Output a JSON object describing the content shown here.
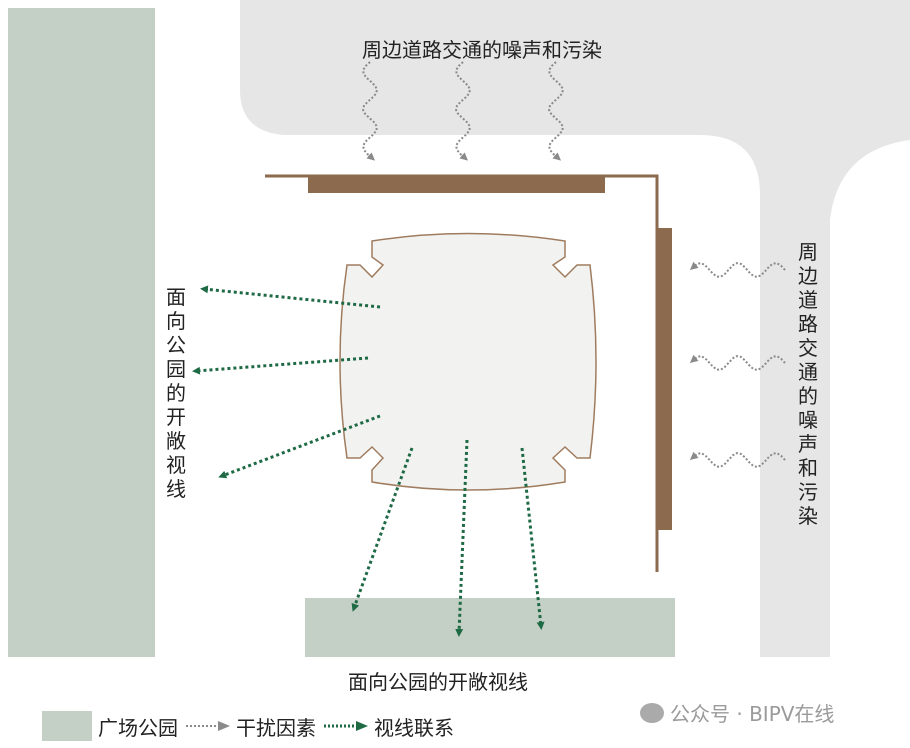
{
  "labels": {
    "top_noise": "周边道路交通的噪声和污染",
    "right_noise": "周边道路交通的噪声和污染",
    "left_view": "面向公园的开敞视线",
    "bottom_view": "面向公园的开敞视线"
  },
  "legend": [
    {
      "label": "广场公园",
      "icon": "green-swatch"
    },
    {
      "label": "干扰因素",
      "icon": "grey-dotted-arrow"
    },
    {
      "label": "视线联系",
      "icon": "green-dotted-arrow"
    }
  ],
  "watermark": "公众号 · BIPV在线",
  "colors": {
    "park": "#c4cfc6",
    "road": "#e6e6e6",
    "wall": "#8b6a4e",
    "view": "#1e6a45",
    "noise": "#8a8a8a"
  }
}
